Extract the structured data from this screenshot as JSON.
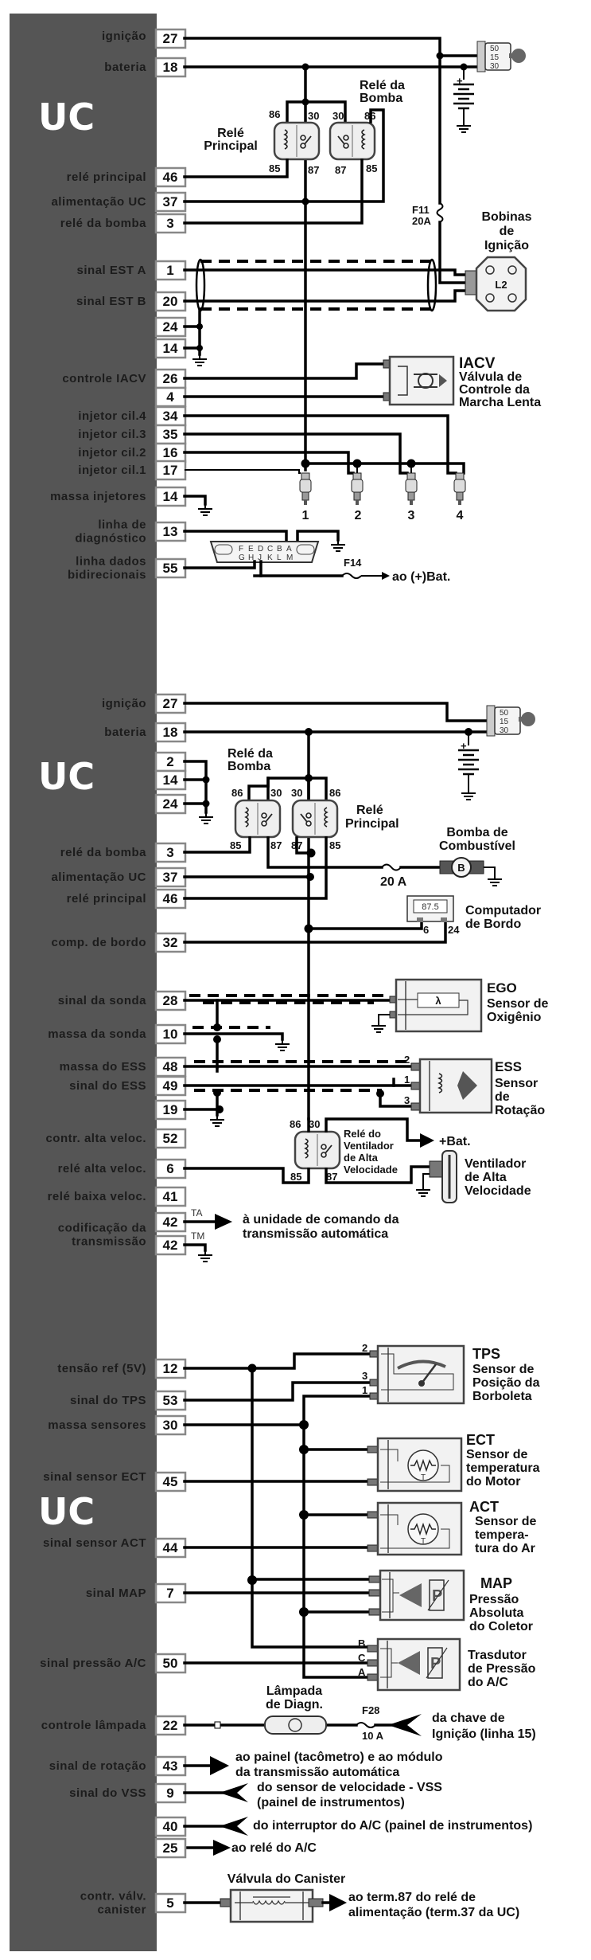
{
  "sections": [
    {
      "title": "UC",
      "pins": [
        {
          "num": "27",
          "label": "ignição"
        },
        {
          "num": "18",
          "label": "bateria"
        },
        {
          "num": "46",
          "label": "relé principal"
        },
        {
          "num": "37",
          "label": "alimentação UC"
        },
        {
          "num": "3",
          "label": "relé da bomba"
        },
        {
          "num": "1",
          "label": "sinal EST A"
        },
        {
          "num": "20",
          "label": "sinal EST B"
        },
        {
          "num": "24",
          "label": ""
        },
        {
          "num": "14",
          "label": ""
        },
        {
          "num": "26",
          "label": "controle IACV"
        },
        {
          "num": "4",
          "label": ""
        },
        {
          "num": "34",
          "label": "injetor cil.4"
        },
        {
          "num": "35",
          "label": "injetor cil.3"
        },
        {
          "num": "16",
          "label": "injetor cil.2"
        },
        {
          "num": "17",
          "label": "injetor cil.1"
        },
        {
          "num": "14",
          "label": "massa  injetores"
        },
        {
          "num": "13",
          "label": "linha de\ndiagnóstico"
        },
        {
          "num": "55",
          "label": "linha  dados\nbidirecionais"
        }
      ]
    },
    {
      "title": "UC",
      "pins": [
        {
          "num": "27",
          "label": "ignição"
        },
        {
          "num": "18",
          "label": "bateria"
        },
        {
          "num": "2",
          "label": ""
        },
        {
          "num": "14",
          "label": ""
        },
        {
          "num": "24",
          "label": ""
        },
        {
          "num": "3",
          "label": "relé da bomba"
        },
        {
          "num": "37",
          "label": "alimentação UC"
        },
        {
          "num": "46",
          "label": "relé principal"
        },
        {
          "num": "32",
          "label": "comp. de bordo"
        },
        {
          "num": "28",
          "label": "sinal da sonda"
        },
        {
          "num": "10",
          "label": "massa  da sonda"
        },
        {
          "num": "48",
          "label": "massa do ESS"
        },
        {
          "num": "49",
          "label": "sinal do ESS"
        },
        {
          "num": "19",
          "label": ""
        },
        {
          "num": "52",
          "label": "contr. alta veloc."
        },
        {
          "num": "6",
          "label": "relé alta veloc."
        },
        {
          "num": "41",
          "label": "relé baixa veloc."
        },
        {
          "num": "42",
          "label": "codificação da\ntransmissão"
        },
        {
          "num": "42",
          "label": ""
        }
      ]
    },
    {
      "title": "UC",
      "pins": [
        {
          "num": "12",
          "label": "tensão ref (5V)"
        },
        {
          "num": "53",
          "label": "sinal do TPS"
        },
        {
          "num": "30",
          "label": "massa sensores"
        },
        {
          "num": "45",
          "label": "sinal sensor ECT"
        },
        {
          "num": "44",
          "label": "sinal sensor ACT"
        },
        {
          "num": "7",
          "label": "sinal MAP"
        },
        {
          "num": "50",
          "label": "sinal pressão A/C"
        },
        {
          "num": "22",
          "label": "controle lâmpada"
        },
        {
          "num": "43",
          "label": "sinal de rotação"
        },
        {
          "num": "9",
          "label": "sinal do VSS"
        },
        {
          "num": "40",
          "label": ""
        },
        {
          "num": "25",
          "label": ""
        },
        {
          "num": "5",
          "label": "contr. válv.\ncanister"
        }
      ]
    }
  ],
  "relay_pins": {
    "p86": "86",
    "p30": "30",
    "p85": "85",
    "p87": "87"
  },
  "ignition_switch_pins": [
    "50",
    "15",
    "30"
  ],
  "components": {
    "relay_main": [
      "Relé",
      "Principal"
    ],
    "relay_pump": [
      "Relé da",
      "Bomba"
    ],
    "fuse_f11": [
      "F11",
      "20A"
    ],
    "coils": [
      "Bobinas",
      "de",
      "Ignição"
    ],
    "coil_id": "L2",
    "iacv": [
      "IACV",
      "Válvula de",
      "Controle da",
      "Marcha Lenta"
    ],
    "injector_numbers": [
      "1",
      "2",
      "3",
      "4"
    ],
    "diag_pins_top": [
      "F",
      "E",
      "D",
      "C",
      "B",
      "A"
    ],
    "diag_pins_bottom": [
      "G",
      "H",
      "J",
      "K",
      "L",
      "M"
    ],
    "f14": "F14",
    "to_bat": "ao (+)Bat.",
    "pump": [
      "Bomba de",
      "Combustível"
    ],
    "fuse_pump": "20 A",
    "pump_letter": "B",
    "computer": [
      "Computador",
      "de Bordo"
    ],
    "computer_display": "87.5",
    "computer_pins": [
      "6",
      "24"
    ],
    "ego": [
      "EGO",
      "Sensor de",
      "Oxigênio"
    ],
    "lambda": "λ",
    "ess": [
      "ESS",
      "Sensor",
      "de",
      "Rotação"
    ],
    "ess_pins": [
      "2",
      "1",
      "3"
    ],
    "fan_relay": [
      "Relé do",
      "Ventilador",
      "de Alta",
      "Velocidade"
    ],
    "plus_bat": "+Bat.",
    "fan": [
      "Ventilador",
      "de Alta",
      "Velocidade"
    ],
    "ta": "TA",
    "tm": "TM",
    "trans_note": [
      "à unidade de comando da",
      "transmissão automática"
    ],
    "tps": [
      "TPS",
      "Sensor de",
      "Posição da",
      "Borboleta"
    ],
    "tps_pins": [
      "2",
      "3",
      "1"
    ],
    "ect": [
      "ECT",
      "Sensor de",
      "temperatura",
      "do Motor"
    ],
    "act": [
      "ACT",
      "Sensor de",
      "tempera-",
      "tura do Ar"
    ],
    "thermistor_letter": "T",
    "map": [
      "MAP",
      "Pressão",
      "Absoluta",
      "do Coletor"
    ],
    "ac": [
      "Trasdutor",
      "de Pressão",
      "do A/C"
    ],
    "ac_pins": [
      "B",
      "C",
      "A"
    ],
    "lamp": [
      "Lâmpada",
      "de Diagn."
    ],
    "f28": [
      "F28",
      "10 A"
    ],
    "ign_note": [
      "da chave de",
      "Ignição (linha 15)"
    ],
    "rpm_note": [
      "ao painel (tacômetro) e ao módulo",
      "da transmissão automática"
    ],
    "vss_note": [
      "do sensor de velocidade - VSS",
      "(painel de instrumentos)"
    ],
    "ac_switch_note": "do interruptor do A/C (painel de instrumentos)",
    "ac_relay_note": "ao relé do A/C",
    "canister": "Válvula do Canister",
    "canister_note": [
      "ao term.87 do relé de",
      "alimentação (term.37 da UC)"
    ]
  }
}
